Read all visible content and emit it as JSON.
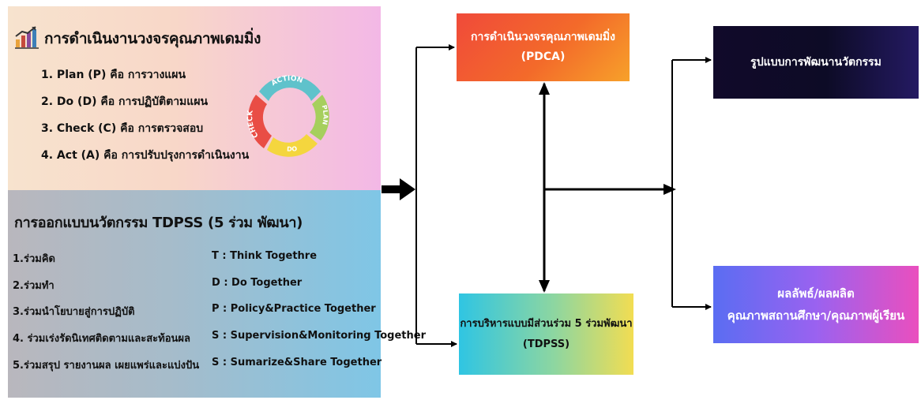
{
  "pdca_panel": {
    "title": "การดำเนินงานวงจรคุณภาพเดมมิ่ง",
    "steps": [
      "1. Plan (P) คือ การวางแผน",
      "2. Do (D) คือ การปฏิบัติตามแผน",
      "3. Check (C) คือ การตรวจสอบ",
      "4. Act (A) คือ การปรับปรุงการดำเนินงาน"
    ],
    "cycle_labels": {
      "action": "ACTION",
      "plan": "PLAN",
      "do": "DO",
      "check": "CHECK"
    },
    "colors": {
      "plan": "#a6cf5d",
      "do": "#f4d63e",
      "check": "#e94d45",
      "action": "#62c4cf"
    }
  },
  "tdpss_panel": {
    "title": "การออกแบบนวัตกรรม TDPSS (5 ร่วม พัฒนา)",
    "items_th": [
      "1.ร่วมคิด",
      "2.ร่วมทำ",
      "3.ร่วมนำโยบายสู่การปฏิบัติ",
      "4. ร่วมเร่งรัดนิเทศติดตามและสะท้อนผล",
      "5.ร่วมสรุป รายงานผล เผยแพร่และแบ่งปัน"
    ],
    "items_en": [
      "T : Think Togethre",
      "D : Do Together",
      "P : Policy&Practice Together",
      "S : Supervision&Monitoring Together",
      "S : Sumarize&Share Together"
    ]
  },
  "boxes": {
    "pdca": {
      "line1": "การดำเนินวงจรคุณภาพเดมมิ่ง",
      "line2": "(PDCA)"
    },
    "tdpss": {
      "line1": "การบริหารแบบมีส่วนร่วม 5 ร่วมพัฒนา",
      "line2": "(TDPSS)"
    },
    "innovation": {
      "line1": "รูปแบบการพัฒนานวัตกรรม"
    },
    "results": {
      "line1": "ผลลัพธ์/ผลผลิต",
      "line2": "คุณภาพสถานศึกษา/คุณภาพผู้เรียน"
    }
  }
}
